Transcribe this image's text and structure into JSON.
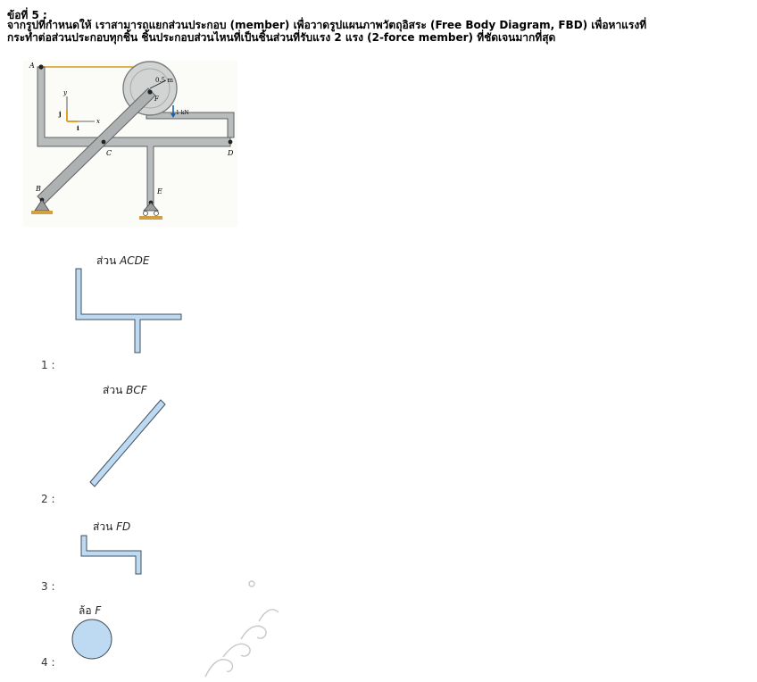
{
  "question": {
    "title": "ข้อที่ 5 :",
    "line1": "จากรูปที่กำหนดให้ เราสามารถแยกส่วนประกอบ (member) เพื่อวาดรูปแผนภาพวัตถุอิสระ (Free Body Diagram, FBD) เพื่อหาแรงที่",
    "line2": "กระทำต่อส่วนประกอบทุกชิ้น ชิ้นประกอบส่วนไหนที่เป็นชิ้นส่วนที่รับแรง 2 แรง (2-force member) ที่ชัดเจนมากที่สุด"
  },
  "figure": {
    "labels": {
      "A": "A",
      "B": "B",
      "C": "C",
      "D": "D",
      "E": "E",
      "F": "F",
      "radius": "0.5 m",
      "load": "1 kN",
      "y": "y",
      "x": "x",
      "j": "j",
      "i": "i"
    }
  },
  "choices": [
    {
      "number": "1 :",
      "prefix": "ส่วน ",
      "member": "ACDE"
    },
    {
      "number": "2 :",
      "prefix": "ส่วน ",
      "member": "BCF"
    },
    {
      "number": "3 :",
      "prefix": "ส่วน ",
      "member": "FD"
    },
    {
      "number": "4 :",
      "prefix": "ล้อ ",
      "member": "F"
    }
  ]
}
